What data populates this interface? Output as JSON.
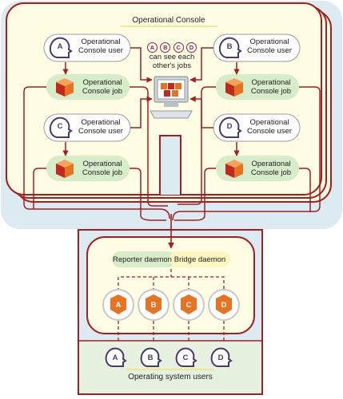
{
  "console": {
    "title": "Operational Console",
    "note_badges": [
      "A",
      "B",
      "C",
      "D"
    ],
    "note_line1": "can see each",
    "note_line2": "other's jobs"
  },
  "users": [
    {
      "letter": "A",
      "line1": "Operational",
      "line2": "Console user"
    },
    {
      "letter": "B",
      "line1": "Operational",
      "line2": "Console user"
    },
    {
      "letter": "C",
      "line1": "Operational",
      "line2": "Console user"
    },
    {
      "letter": "D",
      "line1": "Operational",
      "line2": "Console user"
    }
  ],
  "jobs": [
    {
      "line1": "Operational",
      "line2": "Console job"
    },
    {
      "line1": "Operational",
      "line2": "Console job"
    },
    {
      "line1": "Operational",
      "line2": "Console job"
    },
    {
      "line1": "Operational",
      "line2": "Console job"
    }
  ],
  "server": {
    "reporter": "Reporter daemon",
    "bridge": "Bridge daemon",
    "process_letters": [
      "A",
      "B",
      "C",
      "D"
    ],
    "os_user_letters": [
      "A",
      "B",
      "C",
      "D"
    ],
    "os_users_label": "Operating system users"
  },
  "colors": {
    "frame_red": "#a41e22",
    "panel_yellow": "#fffde3",
    "panel_blue": "#dcebf1",
    "bubble_green": "#d7ecc9",
    "bridge_yellow": "#fdf6c0",
    "cube_orange": "#e67322"
  }
}
